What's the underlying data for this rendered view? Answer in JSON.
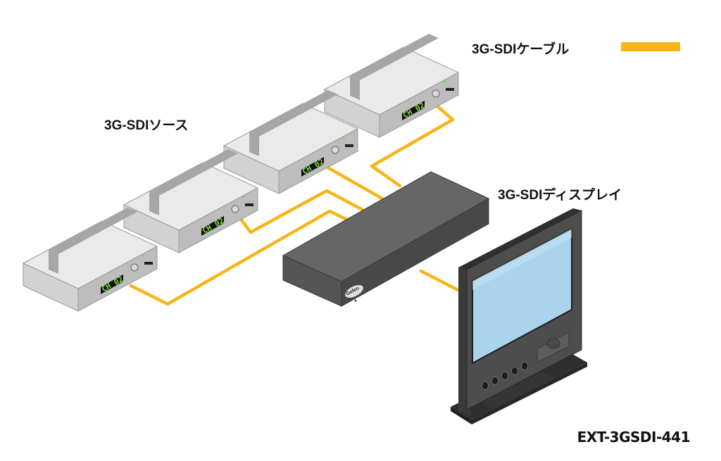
{
  "legend": {
    "label": "3G-SDIケーブル",
    "color": "#f8b418"
  },
  "labels": {
    "sources": "3G-SDIソース",
    "display": "3G-SDIディスプレイ",
    "model": "EXT-3GSDI-441"
  },
  "sources": [
    {
      "display_text": "CH 02"
    },
    {
      "display_text": "CH 02"
    },
    {
      "display_text": "CH 02"
    },
    {
      "display_text": "CH 02"
    }
  ],
  "switcher": {
    "logo_text": "Gefen"
  },
  "colors": {
    "cable": "#f8b418",
    "source_body": "#e4e4e4",
    "switcher_body": "#5a5a5a",
    "screen": "#a9d4ec",
    "monitor_frame": "#4a4a4a"
  }
}
